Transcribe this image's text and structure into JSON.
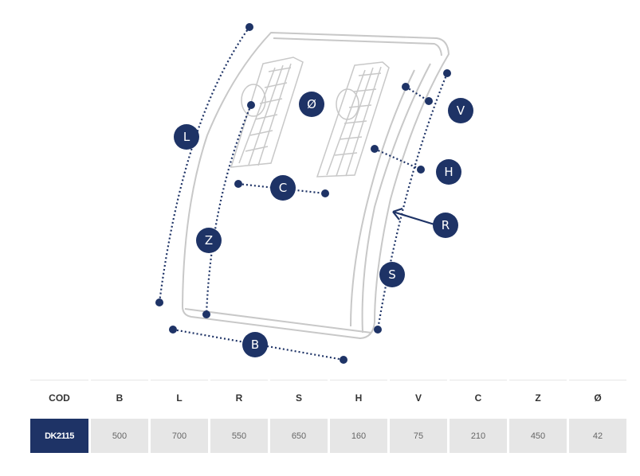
{
  "colors": {
    "navy": "#1e3366",
    "outline": "#c8c8c8",
    "cell_bg": "#e6e6e6"
  },
  "labels": {
    "L": "L",
    "Z": "Z",
    "C": "C",
    "diameter": "Ø",
    "V": "V",
    "H": "H",
    "R": "R",
    "S": "S",
    "B": "B"
  },
  "table": {
    "headers": [
      "COD",
      "B",
      "L",
      "R",
      "S",
      "H",
      "V",
      "C",
      "Z",
      "Ø"
    ],
    "row": [
      "DK2115",
      "500",
      "700",
      "550",
      "650",
      "160",
      "75",
      "210",
      "450",
      "42"
    ]
  }
}
